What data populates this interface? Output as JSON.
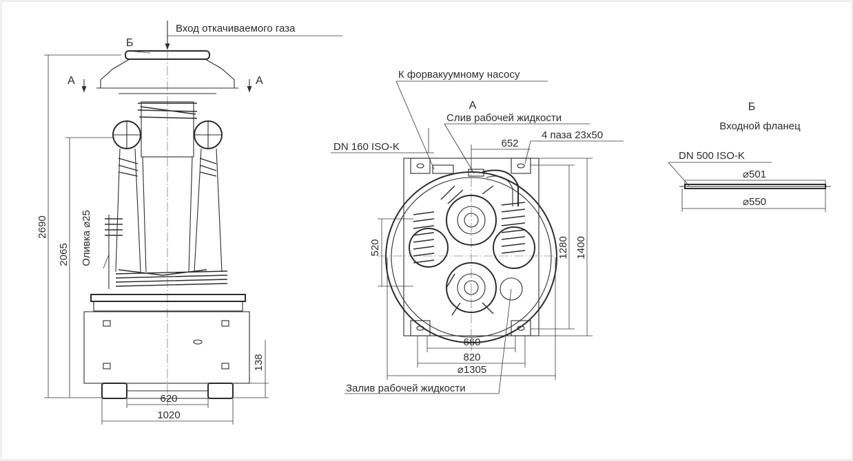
{
  "side_view": {
    "label_inlet": "Вход откачиваемого газа",
    "label_b": "Б",
    "label_a_left": "А",
    "label_a_right": "А",
    "dim_2690": "2690",
    "dim_2065": "2065",
    "olivka": "Оливка ⌀25",
    "dim_138": "138",
    "dim_620": "620",
    "dim_1020": "1020"
  },
  "top_view": {
    "title": "А",
    "label_forevacuum": "К форвакуумному насосу",
    "label_drain": "Слив рабочей жидкости",
    "label_dn160": "DN 160 ISO-K",
    "dim_652": "652",
    "label_slots": "4 паза 23х50",
    "dim_520": "520",
    "dim_1280": "1280",
    "dim_1400": "1400",
    "dim_660": "660",
    "dim_820": "820",
    "dim_1305": "⌀1305",
    "label_fill": "Залив рабочей жидкости"
  },
  "flange_view": {
    "title": "Б",
    "subtitle": "Входной фланец",
    "label_dn500": "DN 500 ISO-K",
    "dim_501": "⌀501",
    "dim_550": "⌀550"
  },
  "colors": {
    "line": "#2b2b2b",
    "frame": "#d7d7d7",
    "background": "#ffffff"
  }
}
